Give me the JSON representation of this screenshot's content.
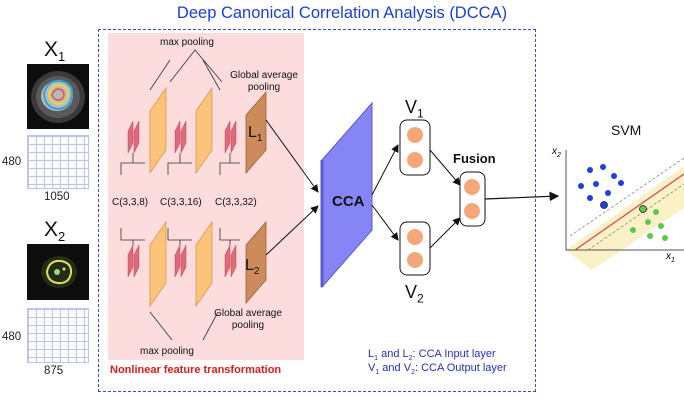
{
  "title": "Deep Canonical Correlation Analysis (DCCA)",
  "inputs": [
    {
      "label": "X",
      "sub": "1",
      "height": "480",
      "width": "1050"
    },
    {
      "label": "X",
      "sub": "2",
      "height": "480",
      "width": "875"
    }
  ],
  "cnn": {
    "max_pooling_top": "max pooling",
    "max_pooling_bottom": "max pooling",
    "gap_top_line1": "Global average",
    "gap_top_line2": "pooling",
    "gap_bottom_line1": "Global average",
    "gap_bottom_line2": "pooling",
    "conv_labels": [
      "C(3,3,8)",
      "C(3,3,16)",
      "C(3,3,32)"
    ],
    "L1": {
      "main": "L",
      "sub": "1"
    },
    "L2": {
      "main": "L",
      "sub": "2"
    },
    "section_label": "Nonlinear feature transformation"
  },
  "cca_label": "CCA",
  "V1": {
    "main": "V",
    "sub": "1"
  },
  "V2": {
    "main": "V",
    "sub": "2"
  },
  "fusion_label": "Fusion",
  "svm_label": "SVM",
  "legend": {
    "line1_a": "L",
    "line1_a_sub": "1",
    "line1_b": " and L",
    "line1_b_sub": "2",
    "line1_c": ": CCA Input layer",
    "line2_a": "V",
    "line2_a_sub": "1",
    "line2_b": " and V",
    "line2_b_sub": "2",
    "line2_c": ": CCA Output layer"
  },
  "svm_plot": {
    "x_axis": "x",
    "x_sub": "1",
    "y_axis": "x",
    "y_sub": "2"
  },
  "colors": {
    "title": "#1a3fd6",
    "conv_block": "#e0697a",
    "feature_map": "#fbc27a",
    "L_block": "#cd8a5a",
    "cca_block": "#8585f5",
    "node": "#f6a779",
    "svm_blue": "#1f3fe0",
    "svm_green": "#5cc94a",
    "margin_band": "#faf0c0",
    "hyperplane": "#e0404a"
  }
}
